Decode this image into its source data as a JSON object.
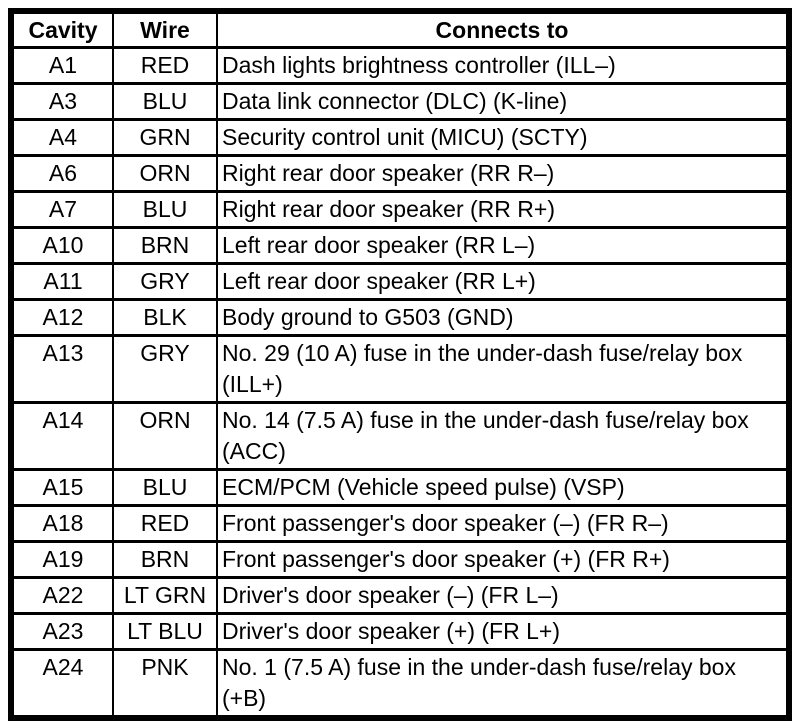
{
  "colors": {
    "background": "#ffffff",
    "border": "#000000",
    "text": "#000000"
  },
  "table": {
    "columns": [
      "Cavity",
      "Wire",
      "Connects to"
    ],
    "rows": [
      {
        "cavity": "A1",
        "wire": "RED",
        "connects_to": "Dash lights brightness controller (ILL–)"
      },
      {
        "cavity": "A3",
        "wire": "BLU",
        "connects_to": "Data link connector (DLC) (K-line)"
      },
      {
        "cavity": "A4",
        "wire": "GRN",
        "connects_to": "Security control unit (MICU) (SCTY)"
      },
      {
        "cavity": "A6",
        "wire": "ORN",
        "connects_to": "Right rear door speaker (RR R–)"
      },
      {
        "cavity": "A7",
        "wire": "BLU",
        "connects_to": "Right rear door speaker (RR R+)"
      },
      {
        "cavity": "A10",
        "wire": "BRN",
        "connects_to": "Left rear door speaker (RR L–)"
      },
      {
        "cavity": "A11",
        "wire": "GRY",
        "connects_to": "Left rear door speaker (RR L+)"
      },
      {
        "cavity": "A12",
        "wire": "BLK",
        "connects_to": "Body ground to G503 (GND)"
      },
      {
        "cavity": "A13",
        "wire": "GRY",
        "connects_to": "No. 29 (10 A) fuse in the under-dash fuse/relay box (ILL+)"
      },
      {
        "cavity": "A14",
        "wire": "ORN",
        "connects_to": "No. 14 (7.5 A) fuse in the under-dash fuse/relay box (ACC)"
      },
      {
        "cavity": "A15",
        "wire": "BLU",
        "connects_to": "ECM/PCM (Vehicle speed pulse) (VSP)"
      },
      {
        "cavity": "A18",
        "wire": "RED",
        "connects_to": "Front passenger's door speaker (–) (FR R–)"
      },
      {
        "cavity": "A19",
        "wire": "BRN",
        "connects_to": "Front passenger's door speaker (+) (FR R+)"
      },
      {
        "cavity": "A22",
        "wire": "LT GRN",
        "connects_to": "Driver's door speaker (–) (FR L–)"
      },
      {
        "cavity": "A23",
        "wire": "LT BLU",
        "connects_to": "Driver's door speaker (+) (FR L+)"
      },
      {
        "cavity": "A24",
        "wire": "PNK",
        "connects_to": "No. 1 (7.5 A) fuse in the under-dash fuse/relay box (+B)"
      }
    ]
  }
}
